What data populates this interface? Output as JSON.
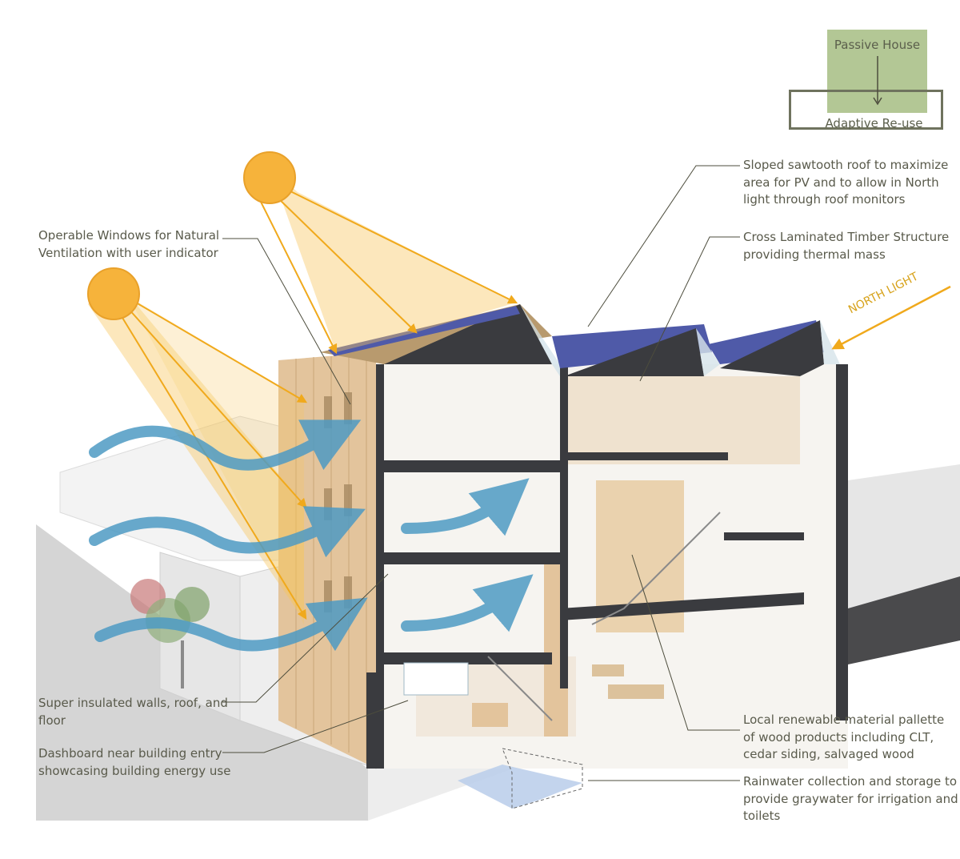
{
  "legend": {
    "top_label": "Passive House",
    "bottom_label": "Adaptive Re-use"
  },
  "annotations": {
    "north_light": "NORTH LIGHT",
    "sawtooth": [
      "Sloped sawtooth roof to maximize",
      "area for PV and to allow in North",
      "light through roof monitors"
    ],
    "clt": [
      "Cross Laminated Timber Structure",
      "providing thermal mass"
    ],
    "windows": [
      "Operable Windows for Natural",
      "Ventilation with user indicator"
    ],
    "insulated": [
      "Super insulated walls, roof, and",
      "floor"
    ],
    "dashboard": [
      "Dashboard near building entry",
      "showcasing building energy use"
    ],
    "material": [
      "Local renewable material pallette",
      "of wood products including CLT,",
      "cedar siding, salvaged wood"
    ],
    "rainwater": [
      "Rainwater collection and storage to",
      "provide graywater for irrigation and",
      "toilets"
    ]
  },
  "colors": {
    "sun": "#f6b33b",
    "sun_ray": "#f7c65d",
    "airflow": "#4e9bc4",
    "timber": "#e3c49c",
    "pv_panel": "#4f5aa8",
    "roof_section": "#3a3b3f",
    "leader": "#4d4d3d",
    "legend_fill": "#b3c795",
    "legend_stroke": "#6f735e"
  }
}
